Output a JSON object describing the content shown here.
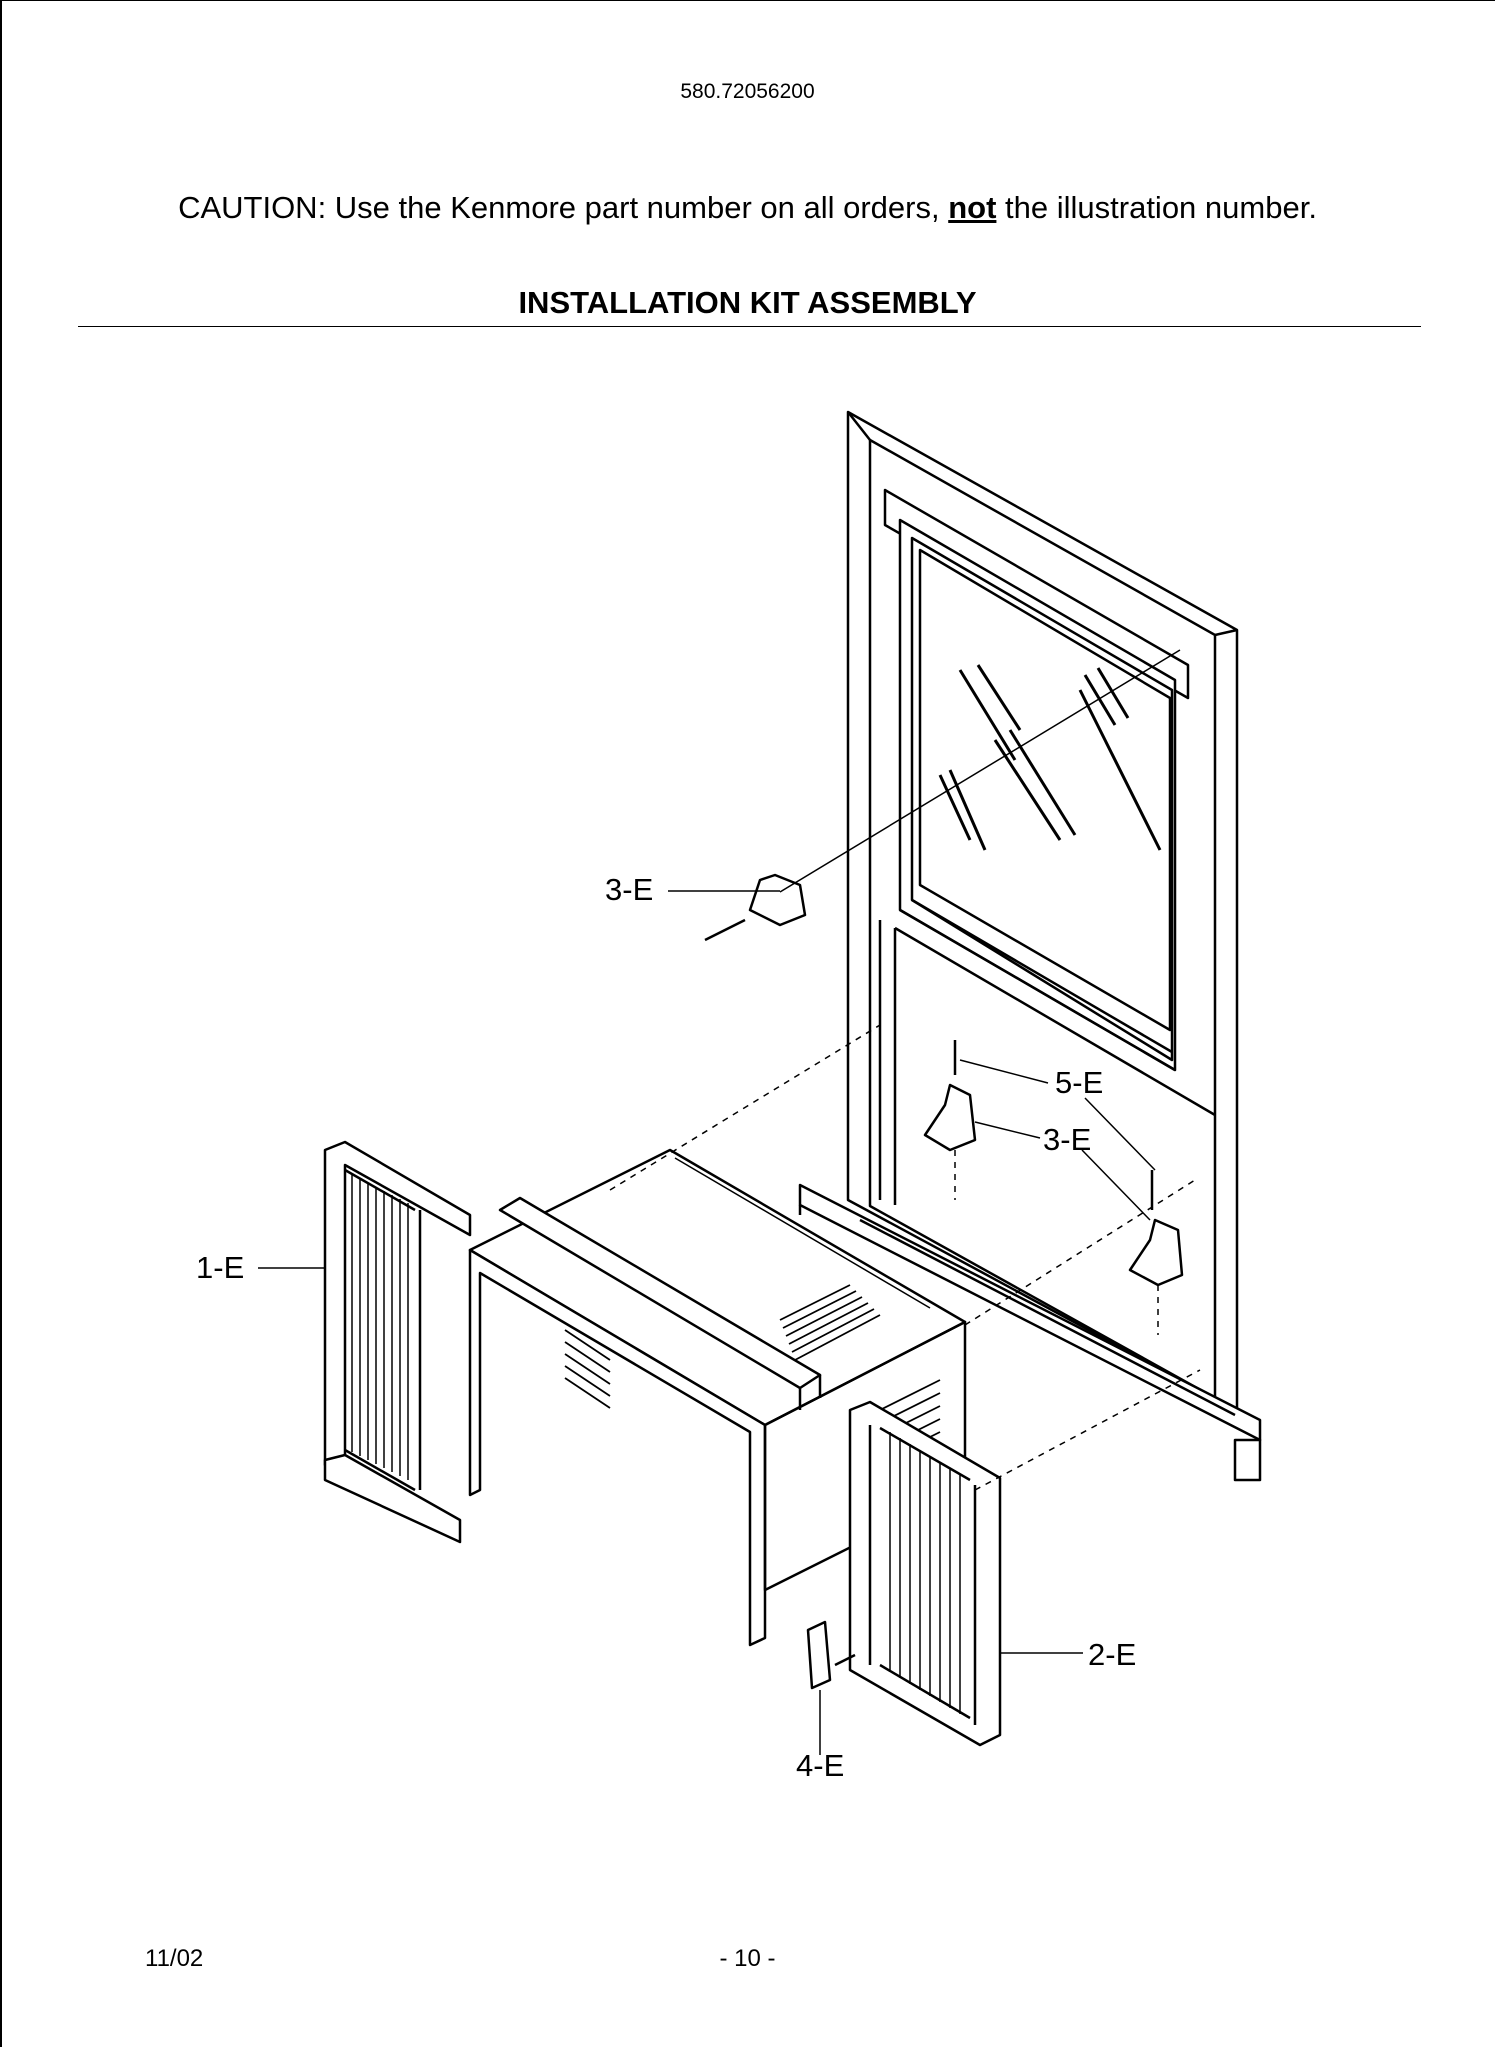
{
  "header": {
    "model_number": "580.72056200"
  },
  "caution": {
    "prefix": "CAUTION: Use the Kenmore part number on all orders, ",
    "emphasis": "not",
    "suffix": " the illustration number."
  },
  "section": {
    "title": "INSTALLATION KIT ASSEMBLY"
  },
  "diagram": {
    "callouts": {
      "bracket_upper": "3-E",
      "screw_sill": "5-E",
      "bracket_sill": "3-E",
      "side_panel_left": "1-E",
      "side_panel_right": "2-E",
      "bracket_lower": "4-E"
    }
  },
  "footer": {
    "date": "11/02",
    "page": "- 10 -"
  }
}
